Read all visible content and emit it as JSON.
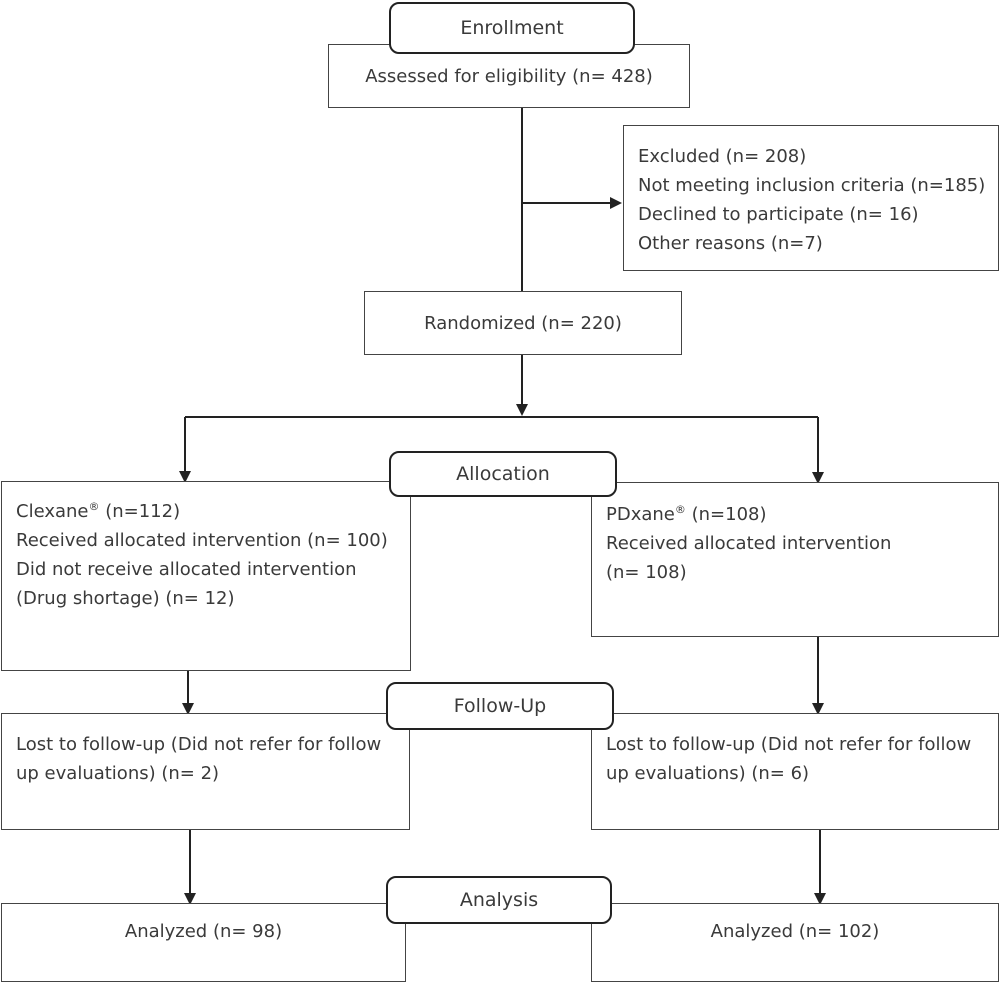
{
  "stages": {
    "enrollment": "Enrollment",
    "allocation": "Allocation",
    "follow_up": "Follow-Up",
    "analysis": "Analysis"
  },
  "assessed": "Assessed for eligibility (n= 428)",
  "excluded": {
    "title": "Excluded (n= 208)",
    "not_meeting": "Not meeting inclusion criteria (n=185)",
    "declined": "Declined to participate (n= 16)",
    "other": "Other reasons (n=7)"
  },
  "randomized": "Randomized (n= 220)",
  "left": {
    "drug_name": "Clexane",
    "trademark": "®",
    "count": " (n=112)",
    "received": "Received allocated intervention (n= 100)",
    "not_received": "Did not receive allocated intervention",
    "not_received_reason": "(Drug shortage) (n= 12)",
    "lost_line1": "Lost to follow-up (Did not refer for follow",
    "lost_line2": "up evaluations) (n= 2)",
    "analyzed": "Analyzed (n= 98)"
  },
  "right": {
    "drug_name": "PDxane",
    "trademark": "®",
    "count": " (n=108)",
    "received": "Received allocated intervention",
    "received_n": "(n= 108)",
    "lost_line1": "Lost to follow-up (Did not refer for follow",
    "lost_line2": "up evaluations) (n= 6)",
    "analyzed": "Analyzed (n= 102)"
  }
}
